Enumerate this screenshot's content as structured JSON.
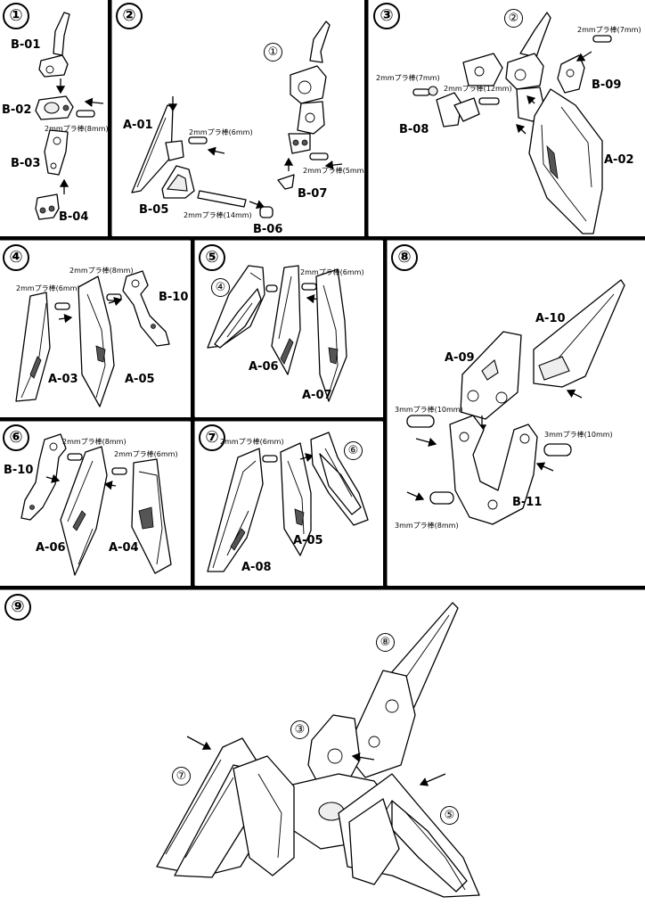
{
  "steps": {
    "s1": {
      "number": "①",
      "labels": {
        "b01": "B-01",
        "b02": "B-02",
        "b03": "B-03",
        "b04": "B-04"
      },
      "notes": {
        "rod": "2mmプラ棒(8mm)"
      }
    },
    "s2": {
      "number": "②",
      "labels": {
        "a01": "A-01",
        "b05": "B-05",
        "b06": "B-06",
        "b07": "B-07"
      },
      "notes": {
        "rod6": "2mmプラ棒(6mm)",
        "rod14": "2mmプラ棒(14mm)",
        "rod5": "2mmプラ棒(5mm)"
      },
      "refs": {
        "r1": "①"
      }
    },
    "s3": {
      "number": "③",
      "labels": {
        "b08": "B-08",
        "b09": "B-09",
        "a02": "A-02"
      },
      "notes": {
        "rod7a": "2mmプラ棒(7mm)",
        "rod7b": "2mmプラ棒(7mm)",
        "rod12": "2mmプラ棒(12mm)"
      },
      "refs": {
        "r2": "②"
      }
    },
    "s4": {
      "number": "④",
      "labels": {
        "a03": "A-03",
        "a05": "A-05",
        "b10": "B-10"
      },
      "notes": {
        "rod8": "2mmプラ棒(8mm)",
        "rod6": "2mmプラ棒(6mm)"
      }
    },
    "s5": {
      "number": "⑤",
      "labels": {
        "a06": "A-06",
        "a07": "A-07"
      },
      "notes": {
        "rod6": "2mmプラ棒(6mm)"
      },
      "refs": {
        "r4": "④"
      }
    },
    "s6": {
      "number": "⑥",
      "labels": {
        "b10": "B-10",
        "a06": "A-06",
        "a04": "A-04"
      },
      "notes": {
        "rod8": "2mmプラ棒(8mm)",
        "rod6": "2mmプラ棒(6mm)"
      }
    },
    "s7": {
      "number": "⑦",
      "labels": {
        "a08": "A-08",
        "a05": "A-05"
      },
      "notes": {
        "rod6": "2mmプラ棒(6mm)"
      },
      "refs": {
        "r6": "⑥"
      }
    },
    "s8": {
      "number": "⑧",
      "labels": {
        "a10": "A-10",
        "a09": "A-09",
        "b11": "B-11"
      },
      "notes": {
        "rod10a": "3mmプラ棒(10mm)",
        "rod10b": "3mmプラ棒(10mm)",
        "rod8": "3mmプラ棒(8mm)"
      }
    },
    "s9": {
      "number": "⑨",
      "refs": {
        "r8": "⑧",
        "r3": "③",
        "r7": "⑦",
        "r5": "⑤"
      }
    }
  }
}
